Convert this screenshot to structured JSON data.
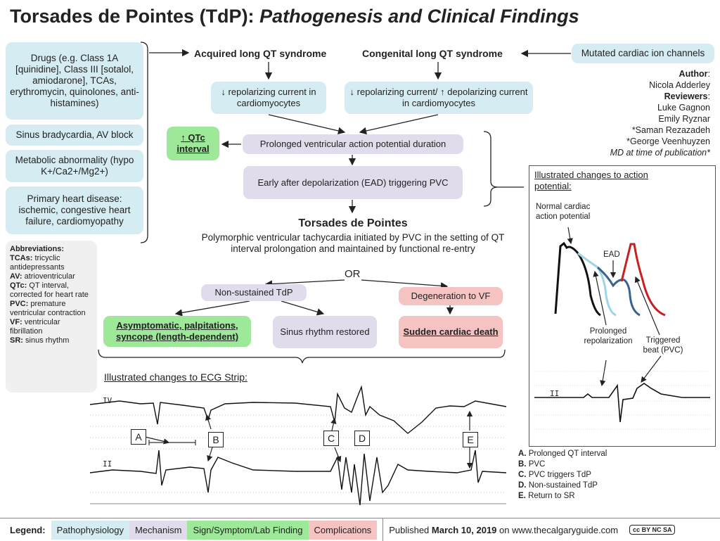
{
  "title": {
    "main": "Torsades de Pointes (TdP): ",
    "sub": "Pathogenesis and Clinical Findings"
  },
  "causes": [
    "Drugs (e.g. Class 1A [quinidine], Class III [sotalol, amiodarone], TCAs, erythromycin, quinolones, anti-histamines)",
    "Sinus bradycardia, AV block",
    "Metabolic abnormality (hypo K+/Ca2+/Mg2+)",
    "Primary heart disease: ischemic, congestive heart failure, cardiomyopathy"
  ],
  "abbreviations": {
    "heading": "Abbreviations:",
    "items": [
      {
        "term": "TCAs:",
        "def": " tricyclic antidepressants"
      },
      {
        "term": "AV:",
        "def": " atrioventricular"
      },
      {
        "term": "QTc:",
        "def": " QT interval, corrected for heart rate"
      },
      {
        "term": "PVC:",
        "def": " premature ventricular contraction"
      },
      {
        "term": "VF:",
        "def": " ventricular fibrillation"
      },
      {
        "term": "SR:",
        "def": " sinus rhythm"
      }
    ]
  },
  "flow": {
    "acquired": "Acquired long QT syndrome",
    "congenital": "Congenital long QT syndrome",
    "mutated": "Mutated cardiac ion channels",
    "acq_current": "↓ repolarizing current in cardiomyocytes",
    "cong_current": "↓ repolarizing current/ ↑ depolarizing current in cardiomyocytes",
    "qtc": "↑ QTc interval",
    "prolonged": "Prolonged ventricular action potential duration",
    "ead": "Early after depolarization (EAD) triggering PVC",
    "tdp_title": "Torsades de Pointes",
    "tdp_desc": "Polymorphic ventricular tachycardia initiated by PVC in the setting of QT interval prolongation and maintained by functional re-entry",
    "or": "OR",
    "nonsustained": "Non-sustained TdP",
    "degeneration": "Degeneration to VF",
    "asymptomatic": "Asymptomatic, palpitations, syncope (length-dependent)",
    "sinus_restored": "Sinus rhythm restored",
    "sudden_death": "Sudden cardiac death"
  },
  "credits": {
    "author_label": "Author",
    "author": "Nicola Adderley",
    "reviewers_label": "Reviewers",
    "reviewers": [
      "Luke Gagnon",
      "Emily Ryznar",
      "*Saman Rezazadeh",
      "*George Veenhuyzen"
    ],
    "note": "MD at time of publication*"
  },
  "ap_panel": {
    "heading": "Illustrated changes to action potential:",
    "normal": "Normal cardiac action potential",
    "ead": "EAD",
    "prolonged": "Prolonged repolarization",
    "triggered": "Triggered beat (PVC)",
    "lead": "II"
  },
  "ecg": {
    "heading": "Illustrated changes to ECG Strip:",
    "lead_top": "IV",
    "lead_bottom": "II",
    "markers": [
      "A",
      "B",
      "C",
      "D",
      "E"
    ],
    "key": [
      {
        "letter": "A.",
        "text": "Prolonged QT interval"
      },
      {
        "letter": "B.",
        "text": "PVC"
      },
      {
        "letter": "C.",
        "text": "PVC triggers TdP"
      },
      {
        "letter": "D.",
        "text": "Non-sustained TdP"
      },
      {
        "letter": "E.",
        "text": "Return to SR"
      }
    ]
  },
  "legend": {
    "label": "Legend:",
    "items": [
      "Pathophysiology",
      "Mechanism",
      "Sign/Symptom/Lab Finding",
      "Complications"
    ],
    "colors": [
      "#d6ecf3",
      "#e0dcec",
      "#9ee89a",
      "#f6c3c3"
    ]
  },
  "footer": {
    "published_prefix": "Published ",
    "date": "March 10, 2019",
    "published_suffix": " on www.thecalgaryguide.com",
    "license": "BY NC SA"
  }
}
